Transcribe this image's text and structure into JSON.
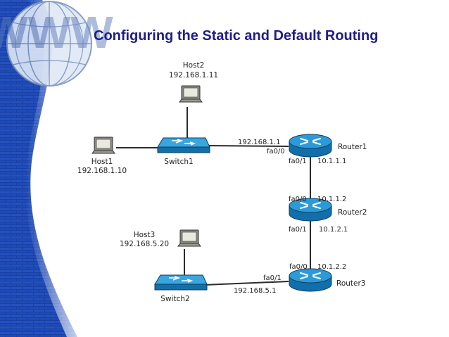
{
  "slide": {
    "title": "Configuring the Static and Default Routing"
  },
  "logo": {
    "text": "WWW"
  },
  "colors": {
    "title": "#1f1d88",
    "router": "#1d86c8",
    "switch": "#2a97d6",
    "link": "#2b2b2b",
    "background_blue": "#1a3ea0"
  },
  "devices": {
    "host1": {
      "name": "Host1",
      "ip": "192.168.1.10"
    },
    "host2": {
      "name": "Host2",
      "ip": "192.168.1.11"
    },
    "host3": {
      "name": "Host3",
      "ip": "192.168.5.20"
    },
    "switch1": {
      "name": "Switch1"
    },
    "switch2": {
      "name": "Switch2"
    },
    "router1": {
      "name": "Router1"
    },
    "router2": {
      "name": "Router2"
    },
    "router3": {
      "name": "Router3"
    }
  },
  "interfaces": {
    "r1_fa00": {
      "name": "fa0/0",
      "ip": "192.168.1.1"
    },
    "r1_fa01": {
      "name": "fa0/1",
      "ip": "10.1.1.1"
    },
    "r2_fa00": {
      "name": "fa0/0",
      "ip": "10.1.1.2"
    },
    "r2_fa01": {
      "name": "fa0/1",
      "ip": "10.1.2.1"
    },
    "r3_fa00": {
      "name": "fa0/0",
      "ip": "10.1.2.2"
    },
    "r3_fa01": {
      "name": "fa0/1",
      "ip": "192.168.5.1"
    }
  }
}
